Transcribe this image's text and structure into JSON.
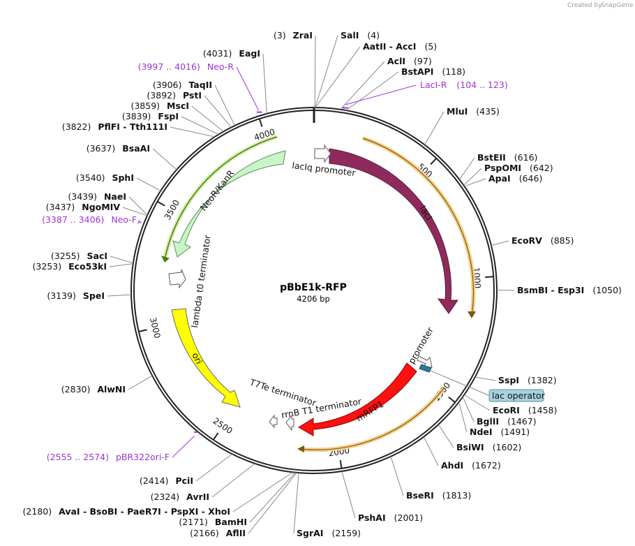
{
  "credit": {
    "prefix": "Created by",
    "brand": "SnapGene"
  },
  "plasmid": {
    "name": "pBbE1k-RFP",
    "length_label": "4206 bp"
  },
  "ticks": [
    "500",
    "1000",
    "1500",
    "2000",
    "2500",
    "3000",
    "3500",
    "4000"
  ],
  "sites": [
    {
      "pos": "(3)",
      "name": "ZraI"
    },
    {
      "pos": "(4)",
      "name": "SalI"
    },
    {
      "pos": "(5)",
      "name": "AatII - AccI"
    },
    {
      "pos": "(97)",
      "name": "AclI"
    },
    {
      "pos": "(118)",
      "name": "BstAPI"
    },
    {
      "pos": "(435)",
      "name": "MluI"
    },
    {
      "pos": "(616)",
      "name": "BstEII"
    },
    {
      "pos": "(642)",
      "name": "PspOMI"
    },
    {
      "pos": "(646)",
      "name": "ApaI"
    },
    {
      "pos": "(885)",
      "name": "EcoRV"
    },
    {
      "pos": "(1050)",
      "name": "BsmBI - Esp3I"
    },
    {
      "pos": "(1382)",
      "name": "SspI"
    },
    {
      "pos": "(1458)",
      "name": "EcoRI"
    },
    {
      "pos": "(1467)",
      "name": "BglII"
    },
    {
      "pos": "(1491)",
      "name": "NdeI"
    },
    {
      "pos": "(1602)",
      "name": "BsiWI"
    },
    {
      "pos": "(1672)",
      "name": "AhdI"
    },
    {
      "pos": "(1813)",
      "name": "BseRI"
    },
    {
      "pos": "(2001)",
      "name": "PshAI"
    },
    {
      "pos": "(2159)",
      "name": "SgrAI"
    },
    {
      "pos": "(2166)",
      "name": "AflII"
    },
    {
      "pos": "(2171)",
      "name": "BamHI"
    },
    {
      "pos": "(2180)",
      "name": "AvaI - BsoBI - PaeR7I - PspXI - XhoI"
    },
    {
      "pos": "(2324)",
      "name": "AvrII"
    },
    {
      "pos": "(2414)",
      "name": "PciI"
    },
    {
      "pos": "(2830)",
      "name": "AlwNI"
    },
    {
      "pos": "(3139)",
      "name": "SpeI"
    },
    {
      "pos": "(3253)",
      "name": "Eco53kI"
    },
    {
      "pos": "(3255)",
      "name": "SacI"
    },
    {
      "pos": "(3437)",
      "name": "NgoMIV"
    },
    {
      "pos": "(3439)",
      "name": "NaeI"
    },
    {
      "pos": "(3540)",
      "name": "SphI"
    },
    {
      "pos": "(3637)",
      "name": "BsaAI"
    },
    {
      "pos": "(3822)",
      "name": "PflFI - Tth111I"
    },
    {
      "pos": "(3839)",
      "name": "FspI"
    },
    {
      "pos": "(3859)",
      "name": "MscI"
    },
    {
      "pos": "(3892)",
      "name": "PstI"
    },
    {
      "pos": "(3906)",
      "name": "TaqII"
    },
    {
      "pos": "(4031)",
      "name": "EagI"
    }
  ],
  "primers": [
    {
      "name": "Neo-R",
      "range": "(3997 .. 4016)"
    },
    {
      "name": "LacI-R",
      "range": "(104 .. 123)"
    },
    {
      "name": "Neo-F",
      "range": "(3387 .. 3406)"
    },
    {
      "name": "pBR322ori-F",
      "range": "(2555 .. 2574)"
    }
  ],
  "features": {
    "laciq_promoter": "lacIq promoter",
    "laci": "lacI",
    "neor_kanr": "NeoR/KanR",
    "lambda_t0": "lambda t0 terminator",
    "ori": "ori",
    "trc_promoter": "trc promoter",
    "lac_operator": "lac operator",
    "mrfp1": "mRFP1",
    "t7te": "T7Te terminator",
    "rrnb_t1": "rrnB T1 terminator"
  },
  "colors": {
    "lacI": "#8f2b5c",
    "neoR": "#c8f5c8",
    "ori": "#ffff00",
    "mRFP1": "#ff1111",
    "lac_operator": "#a6d4dd",
    "primer": "#9b34d6",
    "primer_glow": "#f7d08a"
  }
}
